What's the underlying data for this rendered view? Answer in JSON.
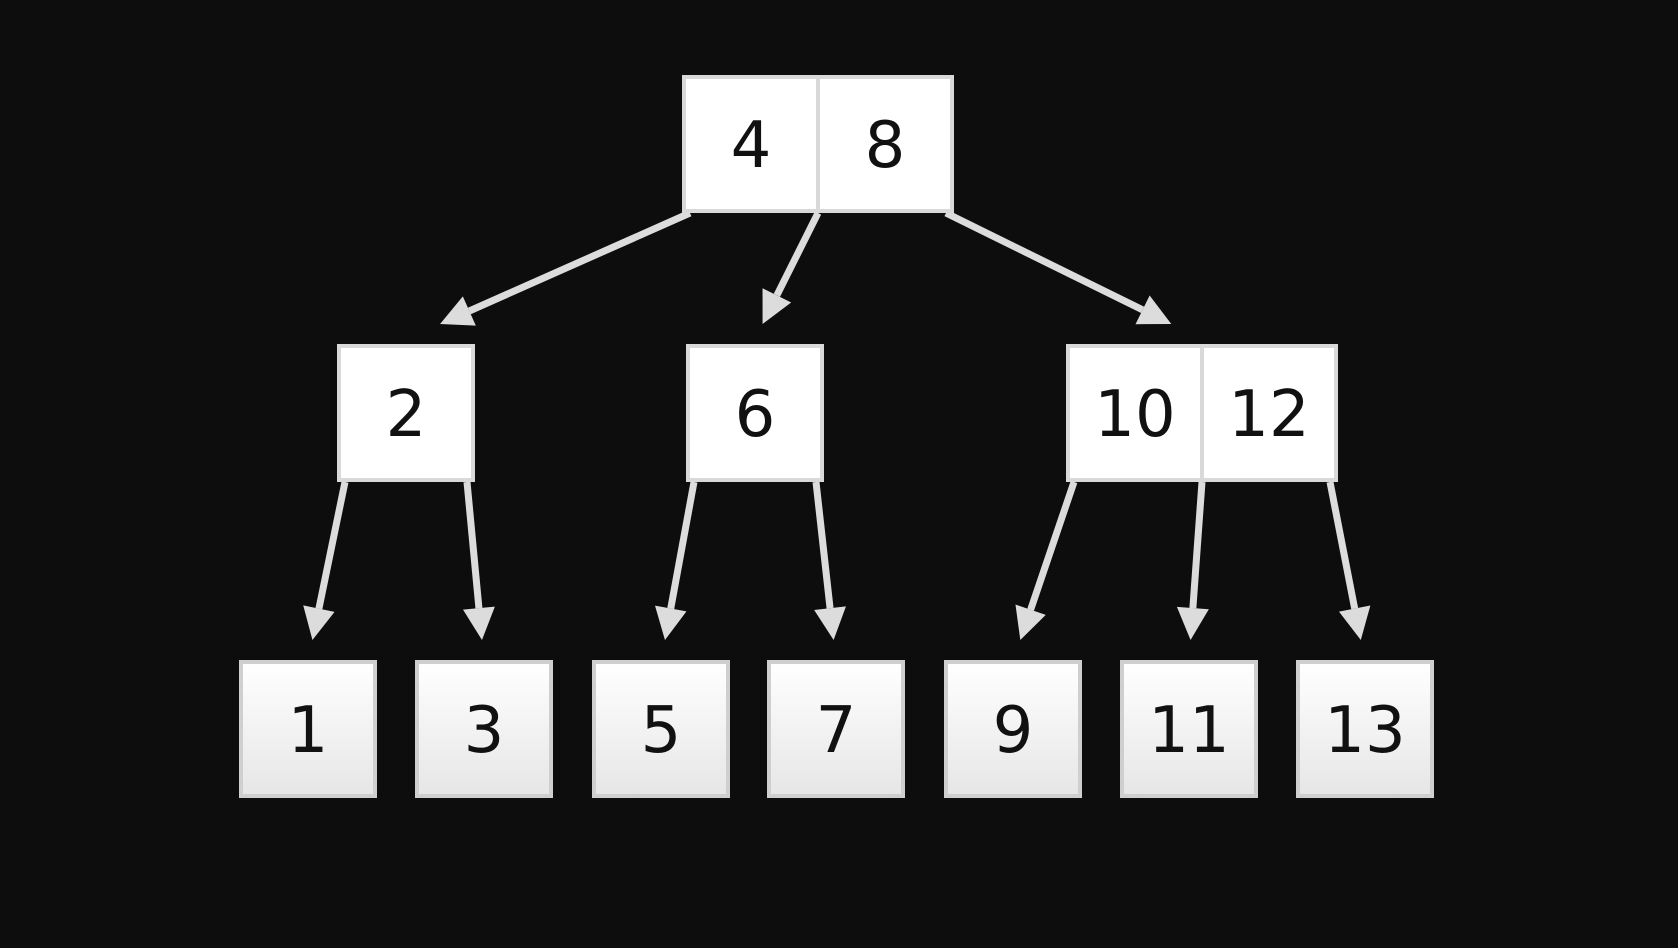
{
  "diagram": {
    "type": "b-tree",
    "colors": {
      "background": "#0d0d0d",
      "node_fill": "#ffffff",
      "node_border": "#d9d9d9",
      "leaf_fill_top": "#ffffff",
      "leaf_fill_bottom": "#e6e6e6",
      "edge": "#dcdcdc",
      "text": "#111111"
    },
    "levels": [
      [
        {
          "id": "root",
          "keys": [
            "4",
            "8"
          ]
        }
      ],
      [
        {
          "id": "n2",
          "keys": [
            "2"
          ]
        },
        {
          "id": "n6",
          "keys": [
            "6"
          ]
        },
        {
          "id": "n10-12",
          "keys": [
            "10",
            "12"
          ]
        }
      ],
      [
        {
          "id": "l1",
          "keys": [
            "1"
          ]
        },
        {
          "id": "l3",
          "keys": [
            "3"
          ]
        },
        {
          "id": "l5",
          "keys": [
            "5"
          ]
        },
        {
          "id": "l7",
          "keys": [
            "7"
          ]
        },
        {
          "id": "l9",
          "keys": [
            "9"
          ]
        },
        {
          "id": "l11",
          "keys": [
            "11"
          ]
        },
        {
          "id": "l13",
          "keys": [
            "13"
          ]
        }
      ]
    ],
    "edges": [
      {
        "from": "root",
        "to": "n2"
      },
      {
        "from": "root",
        "to": "n6"
      },
      {
        "from": "root",
        "to": "n10-12"
      },
      {
        "from": "n2",
        "to": "l1"
      },
      {
        "from": "n2",
        "to": "l3"
      },
      {
        "from": "n6",
        "to": "l5"
      },
      {
        "from": "n6",
        "to": "l7"
      },
      {
        "from": "n10-12",
        "to": "l9"
      },
      {
        "from": "n10-12",
        "to": "l11"
      },
      {
        "from": "n10-12",
        "to": "l13"
      }
    ]
  }
}
